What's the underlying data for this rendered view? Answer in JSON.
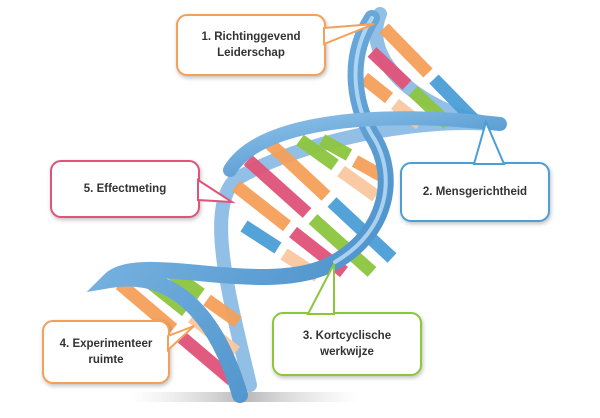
{
  "colors": {
    "orange": "#f5a05a",
    "blue": "#4a9fd6",
    "pink": "#e0537a",
    "green": "#8cc63f",
    "peach": "#f9c8a0",
    "ribbon": "#5b9fd4"
  },
  "labels": {
    "c1": {
      "line1": "1. Richtinggevend",
      "line2": "Leiderschap"
    },
    "c2": {
      "line1": "2. Mensgerichtheid"
    },
    "c3": {
      "line1": "3. Kortcyclische",
      "line2": "werkwijze"
    },
    "c4": {
      "line1": "4. Experimenteer",
      "line2": "ruimte"
    },
    "c5": {
      "line1": "5. Effectmeting"
    }
  }
}
